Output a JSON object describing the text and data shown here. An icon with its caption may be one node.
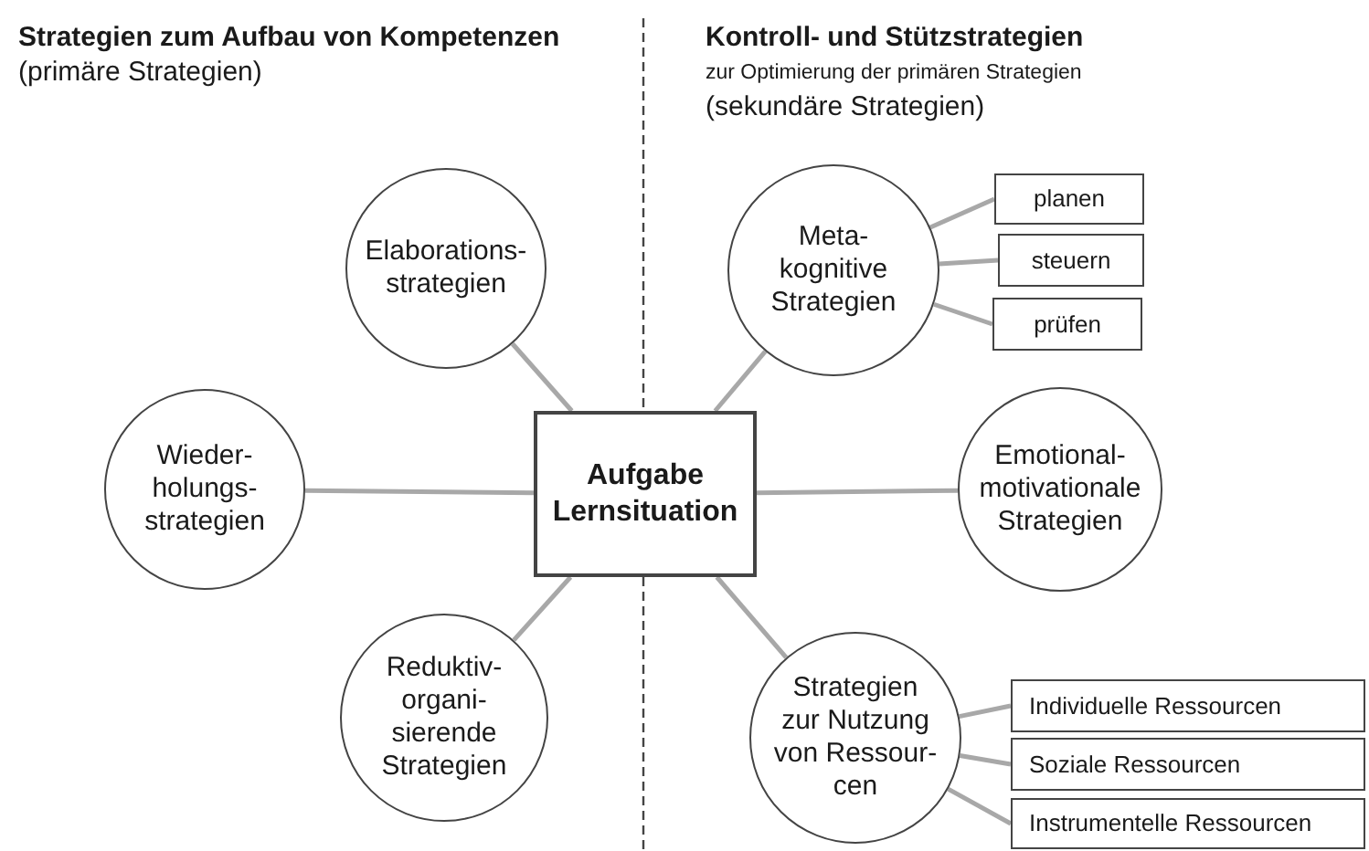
{
  "diagram": {
    "nodes": [
      {
        "text": [
          "Aufgabe Lernsituation"
        ]
      },
      {
        "text": [
          "Elaborations- strategien"
        ]
      },
      {
        "text": [
          "Wieder- holungs- strategien"
        ]
      },
      {
        "text": [
          "Reduktiv- organi- sierende Strategien"
        ]
      },
      {
        "text": [
          "Meta- kognitive Strategien"
        ]
      },
      {
        "text": [
          "planen"
        ]
      },
      {
        "text": [
          "steuern"
        ]
      },
      {
        "text": [
          "prüfen"
        ]
      },
      {
        "text": [
          "Emotional- motivationale Strategien"
        ]
      },
      {
        "text": [
          "Strategien zur Nutzung von Ressour- cen"
        ]
      },
      {
        "text": [
          "Individuelle Ressourcen"
        ]
      },
      {
        "text": [
          "Soziale Ressourcen"
        ]
      },
      {
        "text": [
          "Instrumentelle Ressourcen"
        ]
      }
    ],
    "edges": [
      {
        "from": 0,
        "to": 1,
        "arrow": "none"
      },
      {
        "from": 0,
        "to": 2,
        "arrow": "none"
      },
      {
        "from": 0,
        "to": 3,
        "arrow": "none"
      },
      {
        "from": 0,
        "to": 4,
        "arrow": "none"
      },
      {
        "from": 0,
        "to": 8,
        "arrow": "none"
      },
      {
        "from": 0,
        "to": 9,
        "arrow": "none"
      },
      {
        "from": 4,
        "to": 5,
        "arrow": "none"
      },
      {
        "from": 4,
        "to": 6,
        "arrow": "none"
      },
      {
        "from": 4,
        "to": 7,
        "arrow": "none"
      },
      {
        "from": 9,
        "to": 10,
        "arrow": "none"
      },
      {
        "from": 9,
        "to": 11,
        "arrow": "none"
      },
      {
        "from": 9,
        "to": 12,
        "arrow": "none"
      }
    ],
    "labels": [
      "**Strategien zum Aufbau von Kompetenzen** (primäre Strategien)",
      "Kontroll- und Stützstrategien",
      "zur Optimierung der primären Strategien",
      "(sekundäre Strategien)"
    ]
  }
}
